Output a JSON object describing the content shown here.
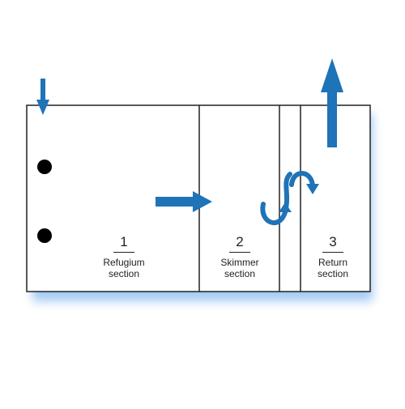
{
  "sections": [
    {
      "number": "1",
      "name_line1": "Refugium",
      "name_line2": "section"
    },
    {
      "number": "2",
      "name_line1": "Skimmer",
      "name_line2": "section"
    },
    {
      "number": "3",
      "name_line1": "Return",
      "name_line2": "section"
    }
  ],
  "colors": {
    "arrow": "#1f73b7",
    "outline": "#222222",
    "glow": "#5aa0e8",
    "hole": "#000000"
  },
  "icons": [
    "inflow-down-arrow",
    "flow-right-arrow",
    "over-under-baffle-arrows",
    "return-up-arrow",
    "drain-hole-icon"
  ]
}
